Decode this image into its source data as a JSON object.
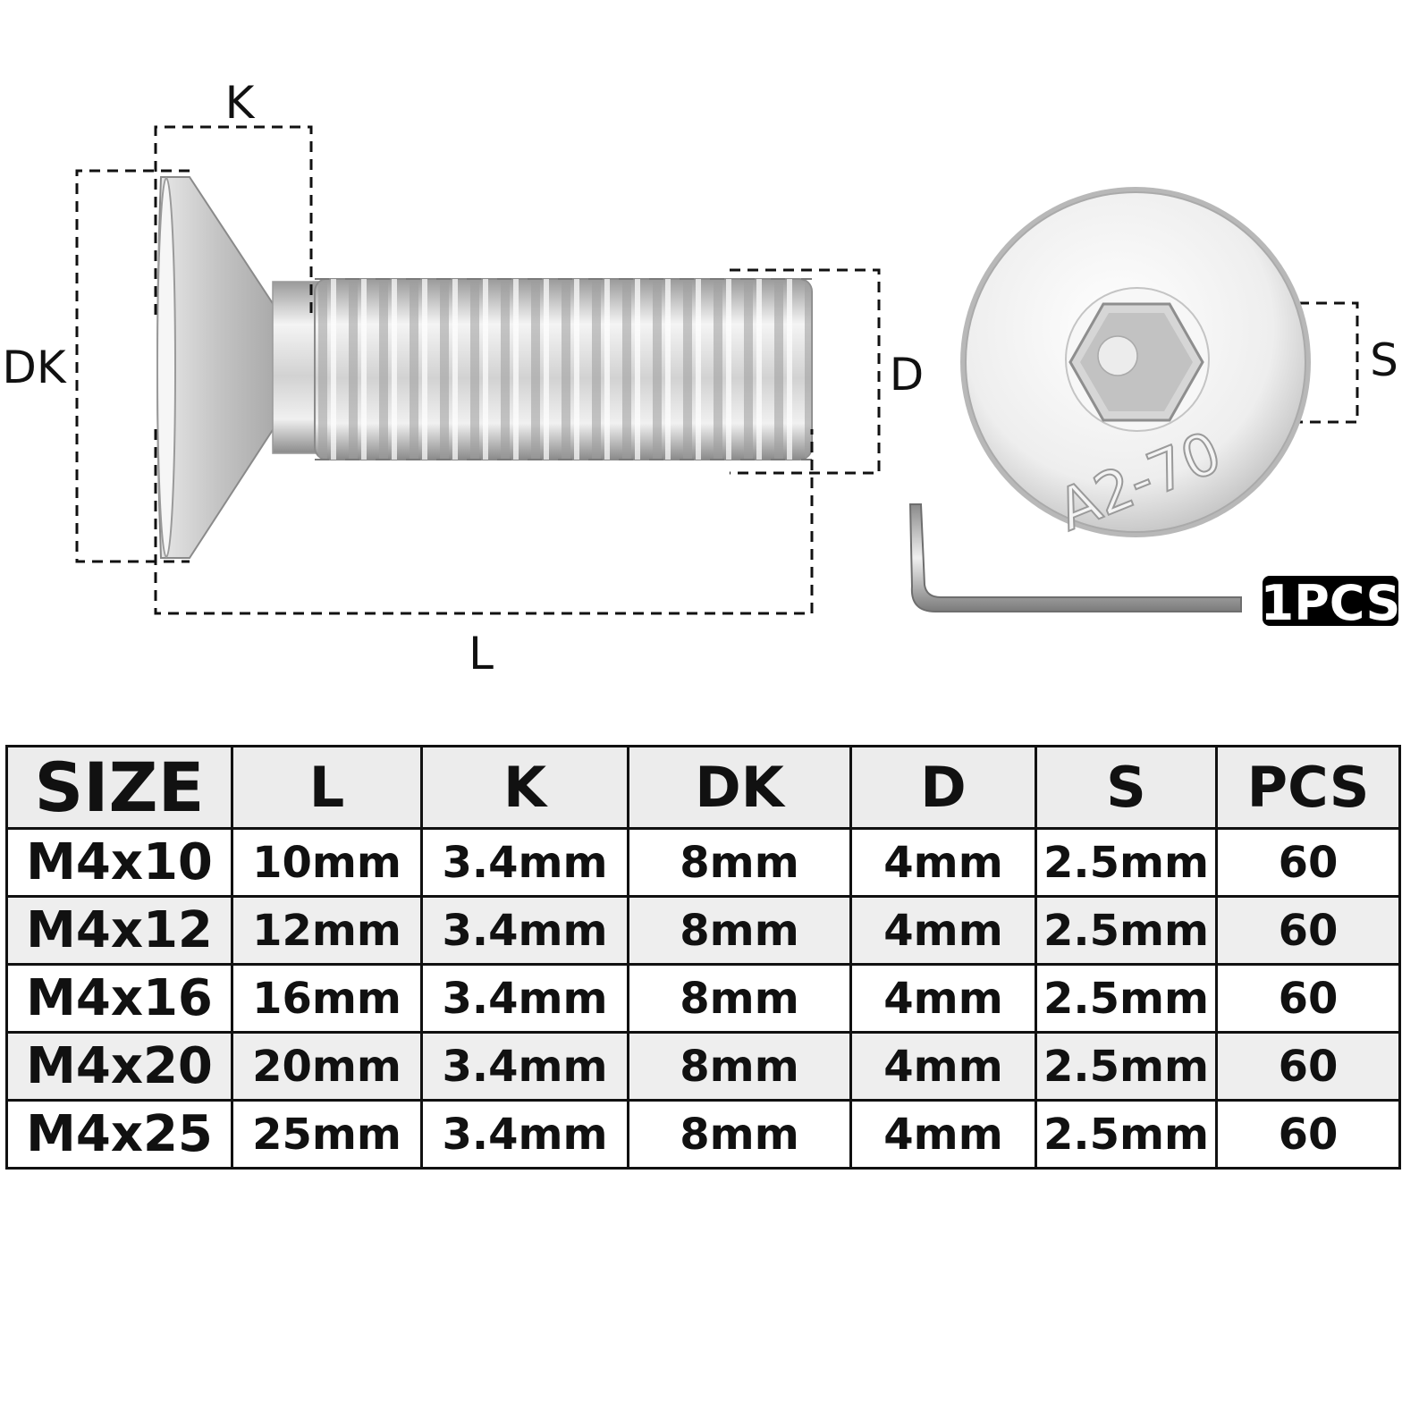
{
  "diagram": {
    "labels": {
      "k": "K",
      "dk": "DK",
      "d": "D",
      "l": "L",
      "s": "S"
    },
    "head_stamp": "A2-70",
    "wrench_badge": "1PCS",
    "colors": {
      "steel_light": "#f2f2f2",
      "steel_mid": "#c8c8c8",
      "steel_dark": "#8e8e8e",
      "dash": "#111111",
      "badge_bg": "#000000"
    }
  },
  "table": {
    "headers": [
      "SIZE",
      "L",
      "K",
      "DK",
      "D",
      "S",
      "PCS"
    ],
    "rows": [
      [
        "M4x10",
        "10mm",
        "3.4mm",
        "8mm",
        "4mm",
        "2.5mm",
        "60"
      ],
      [
        "M4x12",
        "12mm",
        "3.4mm",
        "8mm",
        "4mm",
        "2.5mm",
        "60"
      ],
      [
        "M4x16",
        "16mm",
        "3.4mm",
        "8mm",
        "4mm",
        "2.5mm",
        "60"
      ],
      [
        "M4x20",
        "20mm",
        "3.4mm",
        "8mm",
        "4mm",
        "2.5mm",
        "60"
      ],
      [
        "M4x25",
        "25mm",
        "3.4mm",
        "8mm",
        "4mm",
        "2.5mm",
        "60"
      ]
    ]
  }
}
